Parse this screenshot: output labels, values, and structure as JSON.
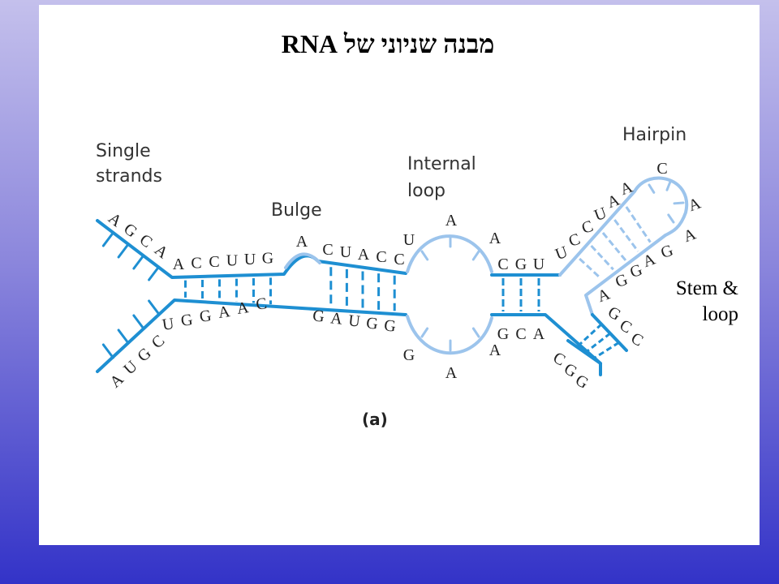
{
  "title": "מבנה שניוני של RNA",
  "labels": {
    "single_strands": [
      "Single",
      "strands"
    ],
    "bulge": "Bulge",
    "internal_loop": [
      "Internal",
      "loop"
    ],
    "hairpin": "Hairpin",
    "panel": "(a)"
  },
  "stem_loop_note": [
    "Stem &",
    "loop"
  ],
  "bases": {
    "single_top": [
      "A",
      "G",
      "C",
      "A"
    ],
    "single_bottom": [
      "A",
      "U",
      "G",
      "C"
    ],
    "stem1_top": [
      "A",
      "C",
      "C",
      "U",
      "U",
      "G"
    ],
    "bulge": "A",
    "stem1_bottom": [
      "U",
      "G",
      "G",
      "A",
      "A",
      "C"
    ],
    "stem2_top": [
      "C",
      "U",
      "A",
      "C",
      "C"
    ],
    "stem2_bottom": [
      "G",
      "A",
      "U",
      "G",
      "G"
    ],
    "internal_top": [
      "U",
      "A",
      "A"
    ],
    "internal_bottom": [
      "G",
      "A",
      "A"
    ],
    "stem3_top": [
      "C",
      "G",
      "U"
    ],
    "stem3_bottom": [
      "G",
      "C",
      "A"
    ],
    "hairpin_up": [
      "U",
      "C",
      "C",
      "U",
      "A",
      "A"
    ],
    "hairpin_top": "C",
    "hairpin_down": [
      "A",
      "A",
      "G",
      "A",
      "G",
      "G",
      "A"
    ],
    "branch": [
      "G",
      "C",
      "C"
    ],
    "bottom_tail": [
      "C",
      "G",
      "G"
    ]
  },
  "colors": {
    "strand": "#1e8fd2",
    "loop": "#9cc4ec",
    "text": "#222222"
  }
}
